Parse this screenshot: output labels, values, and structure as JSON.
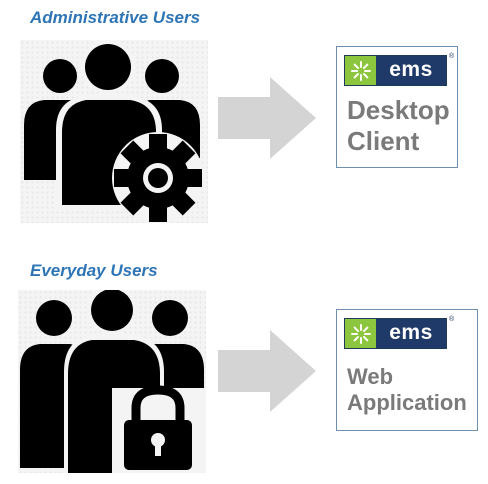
{
  "sections": [
    {
      "title": "Administrative Users",
      "product_logo": "ems",
      "product_lines": [
        "Desktop",
        "Client"
      ],
      "icon": "users-gear-icon"
    },
    {
      "title": "Everyday Users",
      "product_logo": "ems",
      "product_lines": [
        "Web",
        "Application"
      ],
      "icon": "users-lock-icon"
    }
  ],
  "colors": {
    "title_blue": "#2e75b6",
    "logo_green": "#8cc63f",
    "logo_navy": "#1f3a68",
    "arrow_gray": "#d4d4d4",
    "product_text_gray": "#7a7a7a",
    "card_border": "#6e8fb0"
  }
}
